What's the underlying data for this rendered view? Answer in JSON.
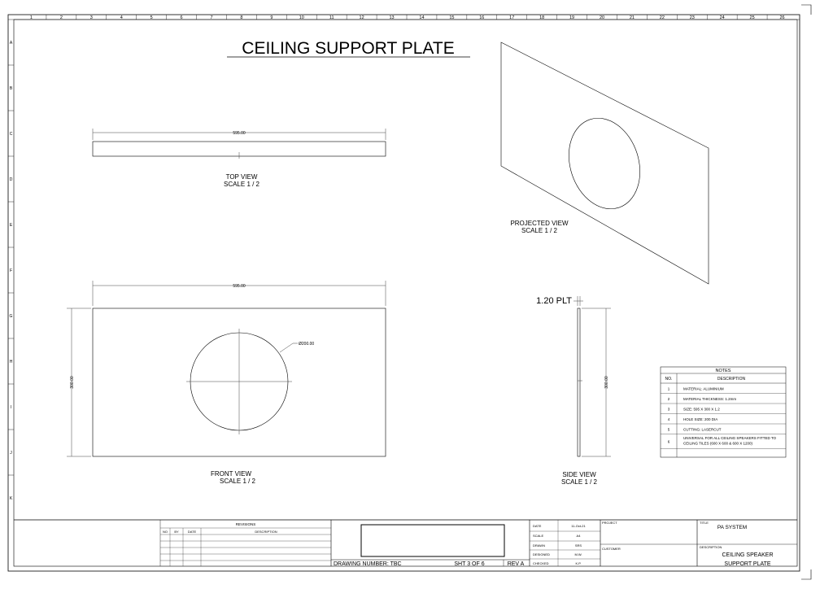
{
  "title": "CEILING SUPPORT PLATE",
  "column_markers": [
    "1",
    "2",
    "3",
    "4",
    "5",
    "6",
    "7",
    "8",
    "9",
    "10",
    "11",
    "12",
    "13",
    "14",
    "15",
    "16",
    "17",
    "18",
    "19",
    "20",
    "21",
    "22",
    "23",
    "24",
    "25",
    "26"
  ],
  "row_markers": [
    "A",
    "B",
    "C",
    "D",
    "E",
    "F",
    "G",
    "H",
    "I",
    "J",
    "K"
  ],
  "views": {
    "top": {
      "label": "TOP VIEW",
      "scale": "SCALE 1 / 2",
      "dim_width": "595.00"
    },
    "front": {
      "label": "FRONT VIEW",
      "scale": "SCALE 1 / 2",
      "dim_width": "595.00",
      "dim_height": "300.00",
      "dim_hole": "Ø200.00"
    },
    "side": {
      "label": "SIDE VIEW",
      "scale": "SCALE 1 / 2",
      "dim_height": "300.00",
      "thickness_label": "1.20 PLT"
    },
    "projected": {
      "label": "PROJECTED VIEW",
      "scale": "SCALE 1 / 2"
    }
  },
  "notes": {
    "title": "NOTES",
    "col_no": "NO.",
    "col_desc": "DESCRIPTION",
    "rows": [
      {
        "no": "1",
        "lines": [
          "MATERIAL: ALUMINIUM"
        ]
      },
      {
        "no": "2",
        "lines": [
          "MATERIAL THICKNESS: 1.2mm"
        ]
      },
      {
        "no": "3",
        "lines": [
          "SIZE: 595 X 300 X 1.2"
        ]
      },
      {
        "no": "4",
        "lines": [
          "HOLE SIZE: 200 DIA"
        ]
      },
      {
        "no": "5",
        "lines": [
          "CUTTING: LASERCUT"
        ]
      },
      {
        "no": "6",
        "lines": [
          "UNIVERSAL FOR ALL CEILING SPEAKERS FITTED TO",
          "CEILING TILES (600 X 600 & 600 X 1200)"
        ]
      }
    ]
  },
  "revisions": {
    "title": "REVISIONS",
    "col_no": "NO",
    "col_by": "BY",
    "col_date": "DATE",
    "col_desc": "DESCRIPTION"
  },
  "title_block": {
    "drawing_number": "DRAWING NUMBER: TBC",
    "sheet": "SHT 3 OF 6",
    "rev": "REV A",
    "date_label": "DATE",
    "date_value": "11-Oct-21",
    "scale_label": "SCALE",
    "scale_value": "A4",
    "drawn_label": "DRAWN",
    "drawn_value": "SRS",
    "designed_label": "DESIGNED",
    "designed_value": "M.W.",
    "checked_label": "CHECKED",
    "checked_value": "K.P.",
    "project_label": "PROJECT",
    "customer_label": "CUSTOMER",
    "title_label": "TITLE",
    "title_value": "PA SYSTEM",
    "description_label": "DESCRIPTION",
    "description_line1": "CEILING SPEAKER",
    "description_line2": "SUPPORT PLATE"
  }
}
